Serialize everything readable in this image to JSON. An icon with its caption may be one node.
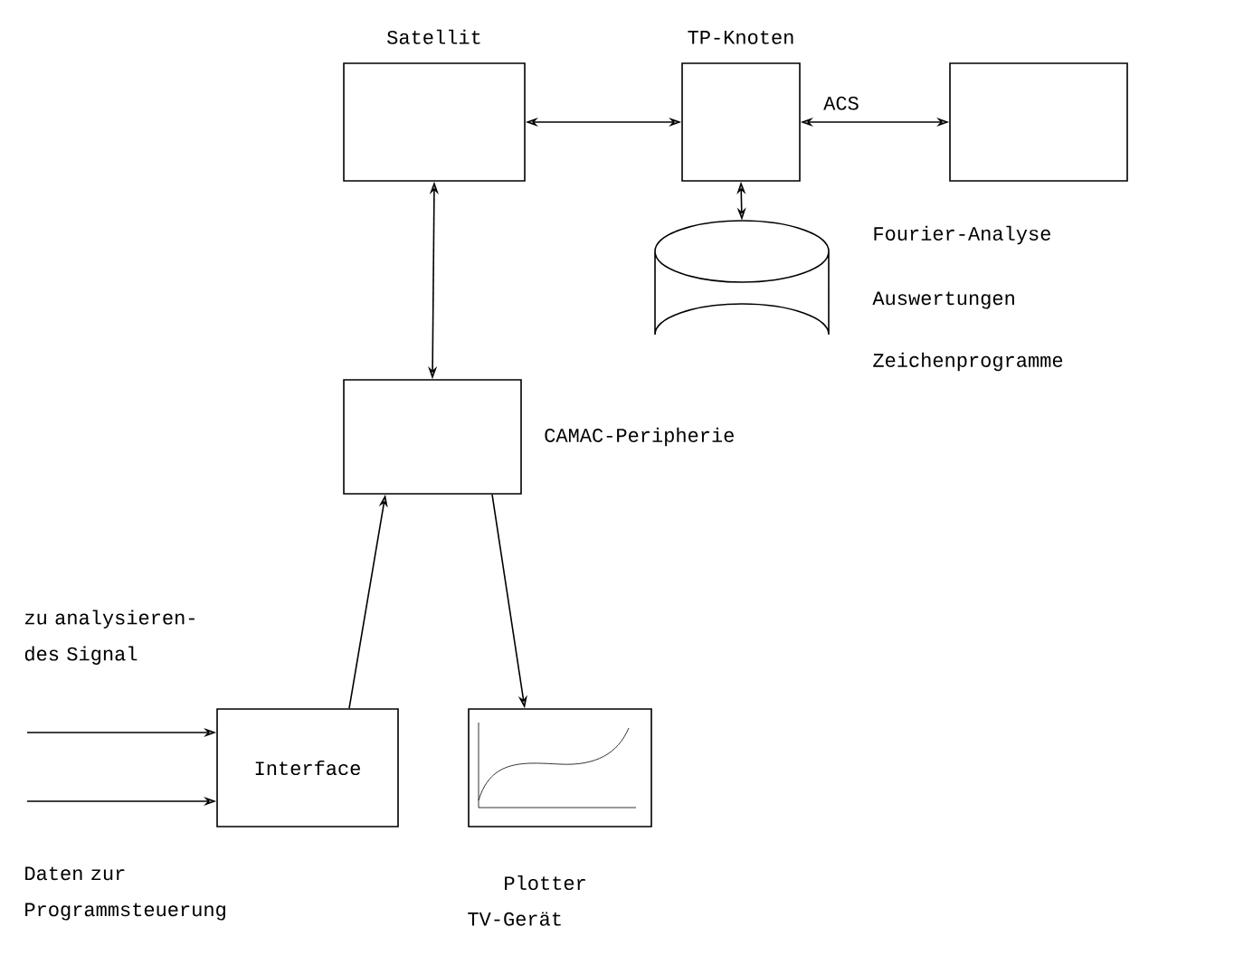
{
  "diagram": {
    "nodes": [
      {
        "text": [
          "Satellit"
        ]
      },
      {
        "text": [
          "TP-Knoten"
        ]
      },
      {
        "text": [],
        "shape": "box",
        "beside": [
          "Fourier-Analyse",
          "Auswertungen",
          "Zeichenprogramme"
        ]
      },
      {
        "text": [],
        "shape": "cylinder"
      },
      {
        "text": [
          "CAMAC-Peripherie"
        ]
      },
      {
        "text": [
          "Interface"
        ]
      },
      {
        "text": [],
        "shape": "box",
        "beside": [
          "Plotter",
          "TV-Gerät"
        ]
      }
    ],
    "edges": [
      {
        "from": 0,
        "to": 1,
        "arrow": "both"
      },
      {
        "from": 1,
        "to": 2,
        "arrow": "both",
        "label": "ACS"
      },
      {
        "from": 1,
        "to": 3,
        "arrow": "both"
      },
      {
        "from": 0,
        "to": 4,
        "arrow": "both"
      },
      {
        "from": 5,
        "to": 4,
        "arrow": "to"
      },
      {
        "from": 4,
        "to": 6,
        "arrow": "to"
      },
      {
        "from": null,
        "to": 5,
        "arrow": "to",
        "label": "zu analysieren- des Signal"
      },
      {
        "from": null,
        "to": 5,
        "arrow": "to",
        "label": "Daten zur Programmsteuerung"
      }
    ]
  }
}
